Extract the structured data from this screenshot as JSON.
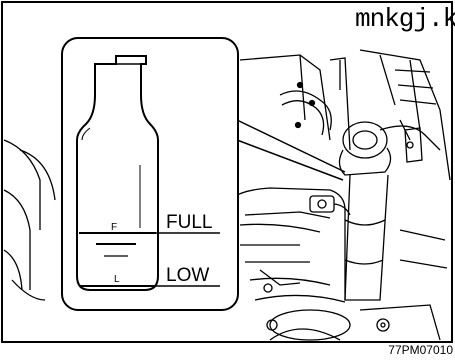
{
  "diagram": {
    "watermark_text": "mnkgj.k",
    "reference_code": "77PM07010",
    "reservoir": {
      "full_marker": "F",
      "low_marker": "L",
      "full_label": "FULL",
      "low_label": "LOW"
    }
  }
}
